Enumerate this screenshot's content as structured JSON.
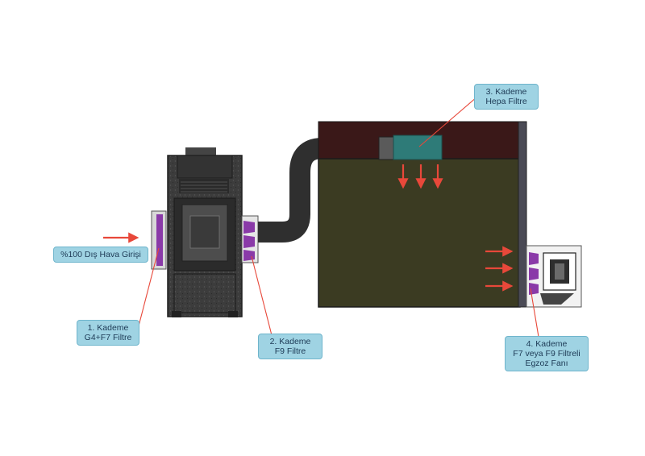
{
  "labels": {
    "intake": {
      "line1": "%100 Dış Hava Girişi"
    },
    "stage1": {
      "line1": "1. Kademe",
      "line2": "G4+F7 Filtre"
    },
    "stage2": {
      "line1": "2. Kademe",
      "line2": "F9 Filtre"
    },
    "stage3": {
      "line1": "3. Kademe",
      "line2": "Hepa Filtre"
    },
    "stage4": {
      "line1": "4. Kademe",
      "line2": "F7 veya F9 Filtreli",
      "line3": "Egzoz Fanı"
    }
  },
  "colors": {
    "arrow": "#e8483a",
    "callout_fill": "#9fd3e3",
    "callout_border": "#6fb5cc",
    "callout_text": "#1d3a55",
    "room_fill": "#3b3b22",
    "ceiling_fill": "#3a1818",
    "wall_fill": "#4a4a55",
    "unit_fill": "#3e3e3e",
    "duct_fill": "#2e2e2e",
    "hepa_fill": "#2e7b78",
    "filter_purple": "#8a3aa8",
    "leader_line": "#e8483a"
  },
  "icons": {
    "airflow": "arrow-right-icon",
    "downflow": "arrow-down-icon"
  }
}
